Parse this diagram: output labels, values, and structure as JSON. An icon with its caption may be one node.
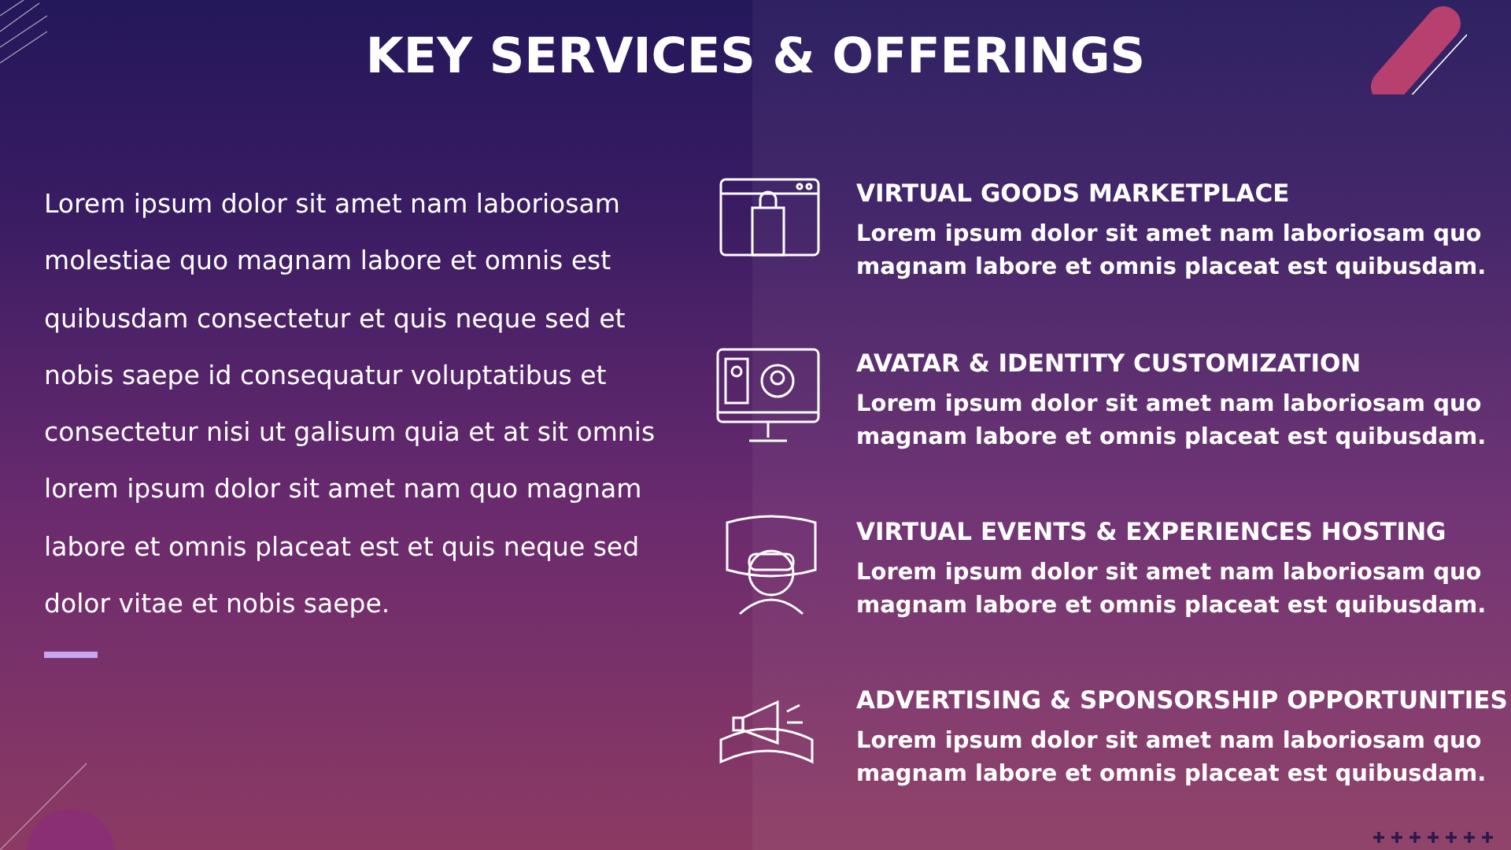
{
  "diagram": {
    "title": "KEY SERVICES & OFFERINGS",
    "labels": [
      "Lorem ipsum dolor sit amet nam laboriosam molestiae quo magnam labore et omnis est quibusdam consectetur et quis neque sed et nobis saepe id consequatur voluptatibus et consectetur nisi ut galisum quia et at sit omnis lorem ipsum dolor sit amet nam quo magnam labore et omnis placeat est et quis neque sed dolor vitae et nobis saepe.",
      "VIRTUAL GOODS MARKETPLACE",
      "Lorem ipsum dolor sit amet nam laboriosam quo magnam labore et omnis placeat est quibusdam.",
      "AVATAR & IDENTITY CUSTOMIZATION",
      "Lorem ipsum dolor sit amet nam laboriosam quo magnam labore et omnis placeat est quibusdam.",
      "VIRTUAL EVENTS & EXPERIENCES HOSTING",
      "Lorem ipsum dolor sit amet nam laboriosam quo magnam labore et omnis placeat est quibusdam.",
      "ADVERTISING & SPONSORSHIP OPPORTUNITIES",
      "Lorem ipsum dolor sit amet nam laboriosam quo magnam labore et omnis placeat est quibusdam."
    ]
  }
}
